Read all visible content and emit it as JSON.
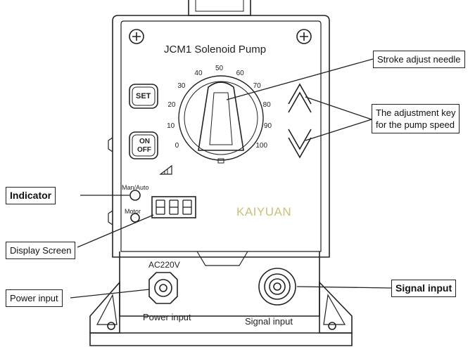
{
  "device": {
    "title": "JCM1 Solenoid Pump",
    "brand": "KAIYUAN",
    "set_button": "SET",
    "on_label": "ON",
    "off_label": "OFF",
    "man_auto_label": "Man/Auto",
    "motor_label": "Motor",
    "voltage_label": "AC220V",
    "power_port_label": "Power input",
    "signal_port_label": "Signal input",
    "dial_ticks": [
      "0",
      "10",
      "20",
      "30",
      "40",
      "50",
      "60",
      "70",
      "80",
      "90",
      "100"
    ]
  },
  "callouts": {
    "stroke_adjust": "Stroke adjust needle",
    "adjust_key_line1": "The adjustment key",
    "adjust_key_line2": "for the pump speed",
    "indicator": "Indicator",
    "display_screen": "Display Screen",
    "power_input": "Power input",
    "signal_input": "Signal input"
  },
  "colors": {
    "line": "#222222",
    "brand": "#c8c27a",
    "background": "#ffffff"
  }
}
